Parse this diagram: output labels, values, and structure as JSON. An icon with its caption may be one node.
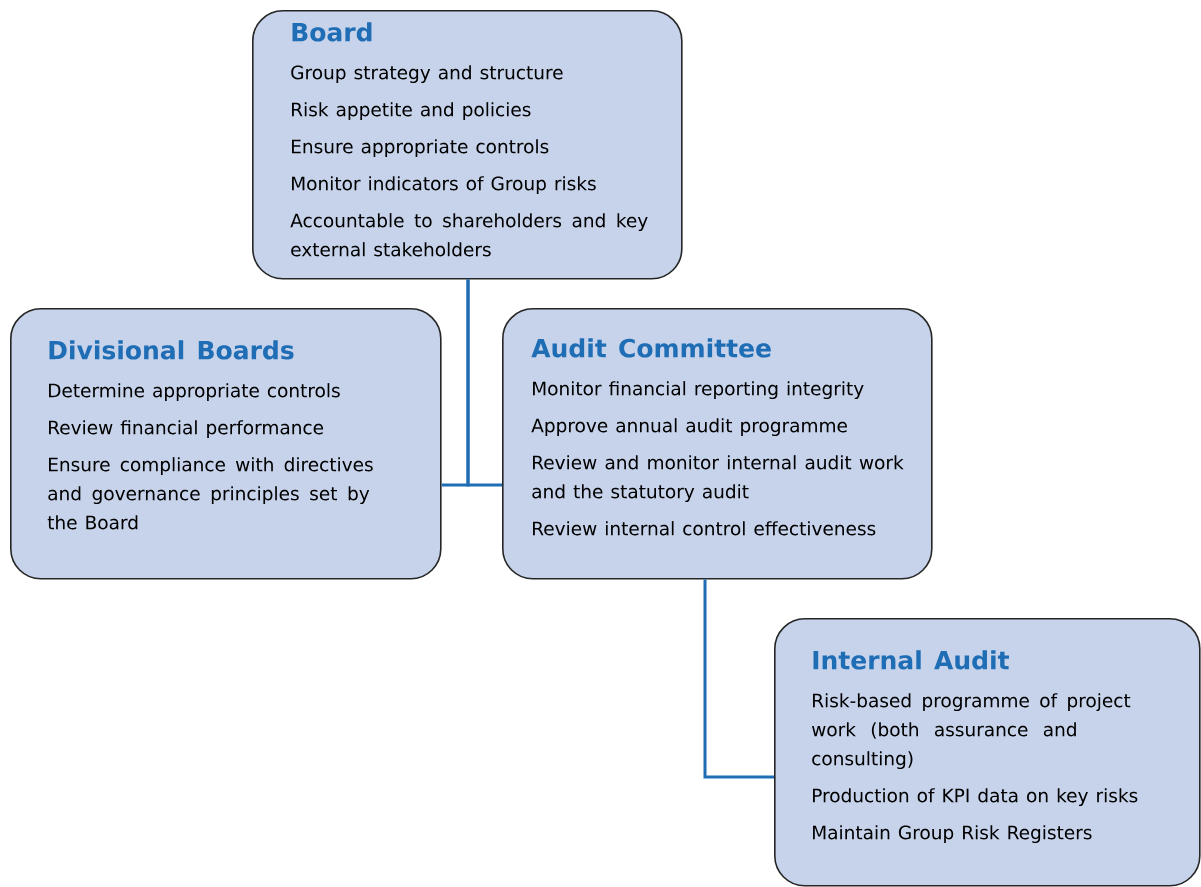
{
  "diagram": {
    "nodes": [
      {
        "text": [
          "Board",
          "Group strategy and structure",
          "Risk appetite and policies",
          "Ensure appropriate controls",
          "Monitor indicators of Group risks",
          "Accountable to shareholders and key external stakeholders"
        ]
      },
      {
        "text": [
          "Divisional Boards",
          "Determine appropriate controls",
          "Review financial performance",
          "Ensure compliance with directives and governance principles set by the Board"
        ]
      },
      {
        "text": [
          "Audit Committee",
          "Monitor financial reporting integrity",
          "Approve annual audit programme",
          "Review and monitor internal audit work and the statutory audit",
          "Review internal control effectiveness"
        ]
      },
      {
        "text": [
          "Internal Audit",
          "Risk-based programme of project work (both assurance and consulting)",
          "Production of KPI data on key risks",
          "Maintain Group Risk Registers"
        ]
      }
    ],
    "edges": [
      {
        "from": 0,
        "to": 1,
        "arrow": "none"
      },
      {
        "from": 0,
        "to": 2,
        "arrow": "none"
      },
      {
        "from": 2,
        "to": 3,
        "arrow": "none"
      }
    ]
  }
}
